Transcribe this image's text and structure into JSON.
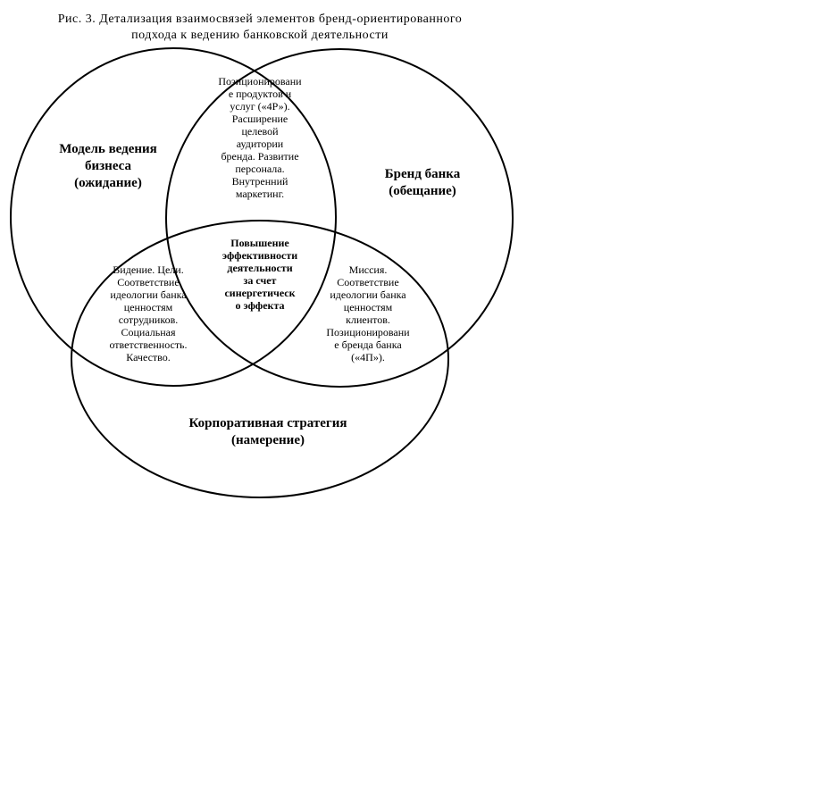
{
  "caption": {
    "line1": "Рис. 3. Детализация взаимосвязей элементов бренд-ориентированного",
    "line2": "подхода к ведению банковской деятельности"
  },
  "circles": {
    "business_model": {
      "title": "Модель ведения",
      "title2": "бизнеса",
      "subtitle": "(ожидание)"
    },
    "bank_brand": {
      "title": "Бренд банка",
      "subtitle": "(обещание)"
    },
    "corporate_strategy": {
      "title": "Корпоративная стратегия",
      "subtitle": "(намерение)"
    }
  },
  "overlaps": {
    "top": [
      "Позиционировани",
      "е продуктов и",
      "услуг («4Р»).",
      "Расширение",
      "целевой",
      "аудитории",
      "бренда. Развитие",
      "персонала.",
      "Внутренний",
      "маркетинг."
    ],
    "left": [
      "Видение. Цели.",
      "Соответствие",
      "идеологии банка",
      "ценностям",
      "сотрудников.",
      "Социальная",
      "ответственность.",
      "Качество."
    ],
    "right": [
      "Миссия.",
      "Соответствие",
      "идеологии банка",
      "ценностям",
      "клиентов.",
      "Позиционировани",
      "е бренда банка",
      "(«4П»)."
    ],
    "center": [
      "Повышение",
      "эффективности",
      "деятельности",
      "за счет",
      "синергетическ",
      "о эффекта"
    ]
  }
}
